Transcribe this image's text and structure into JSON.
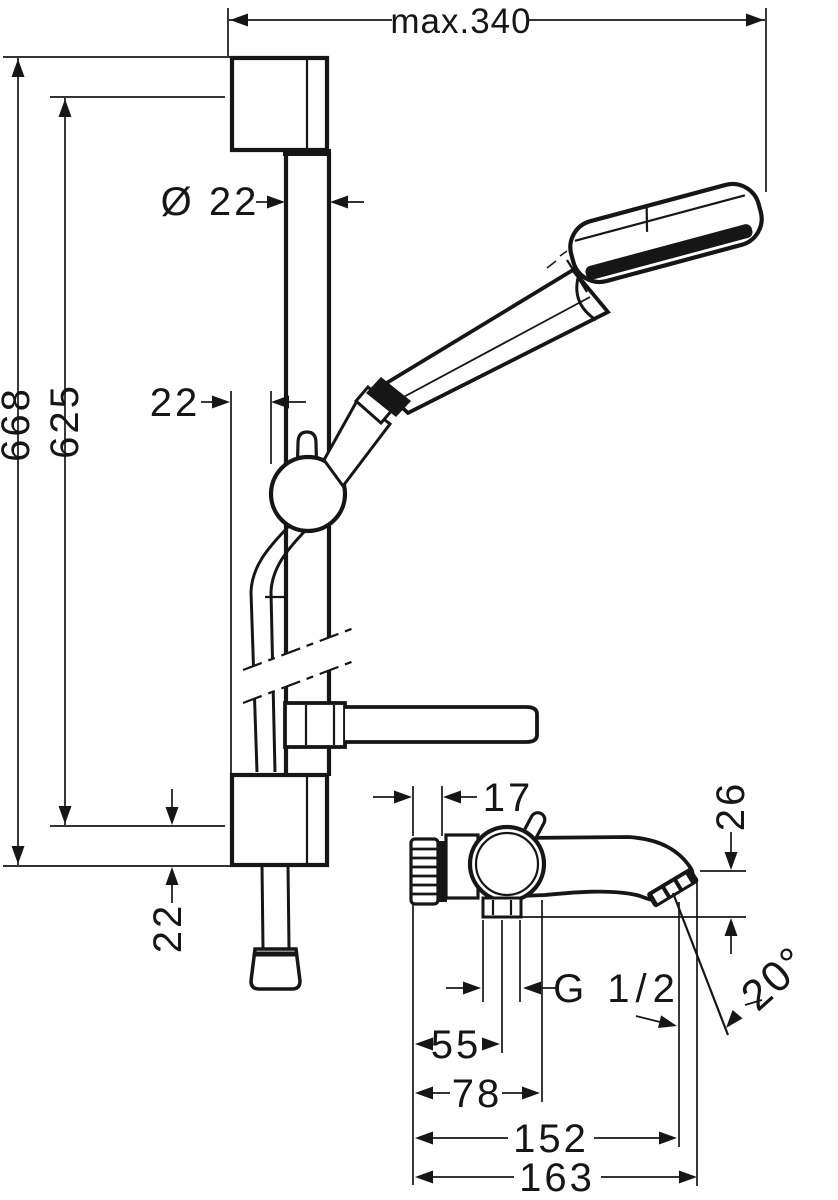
{
  "drawing": {
    "background": "#ffffff",
    "line_color": "#161616"
  },
  "dimensions": {
    "top_width": "max.340",
    "bar_diameter": "Ø 22",
    "slider_width": "22",
    "height_total": "668",
    "height_mount": "625",
    "bottom_gap": "22",
    "union_length": "17",
    "spout_height": "26",
    "thread": "G 1/2",
    "spout_angle": "20°",
    "width_55": "55",
    "width_78": "78",
    "width_152": "152",
    "width_163": "163"
  }
}
